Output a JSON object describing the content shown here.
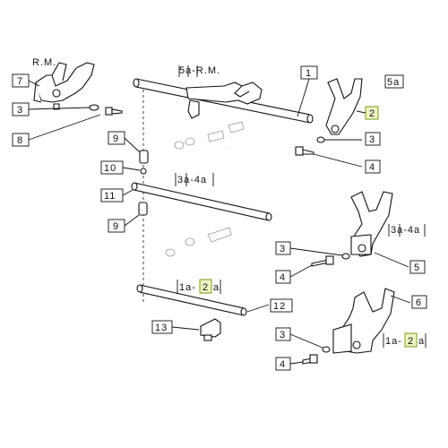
{
  "labels": {
    "rm_top": "R.M.",
    "sa_rm": "5a-R.M.",
    "n1": "1",
    "n5a": "5a",
    "n2_top": "2",
    "n3_right_top": "3",
    "n4_right_top": "4",
    "n7": "7",
    "n3_left": "3",
    "n8": "8",
    "n9_top": "9",
    "n10": "10",
    "n11": "11",
    "n9_bottom": "9",
    "s34_center": "3a-4a",
    "s34_right": "3a-4a",
    "n3_mid": "3",
    "n4_mid": "4",
    "n5": "5",
    "n6": "6",
    "s12_center_a": "1a-",
    "s12_center_2": "2",
    "s12_center_b": "a",
    "n12": "12",
    "n13": "13",
    "n3_bottom": "3",
    "n4_bottom": "4",
    "s12_right_a": "1a-",
    "s12_right_2": "2",
    "s12_right_b": "a"
  },
  "colors": {
    "line": "#111111",
    "highlight_fill": "#eef6c4",
    "highlight_stroke": "#7a9a1a"
  }
}
